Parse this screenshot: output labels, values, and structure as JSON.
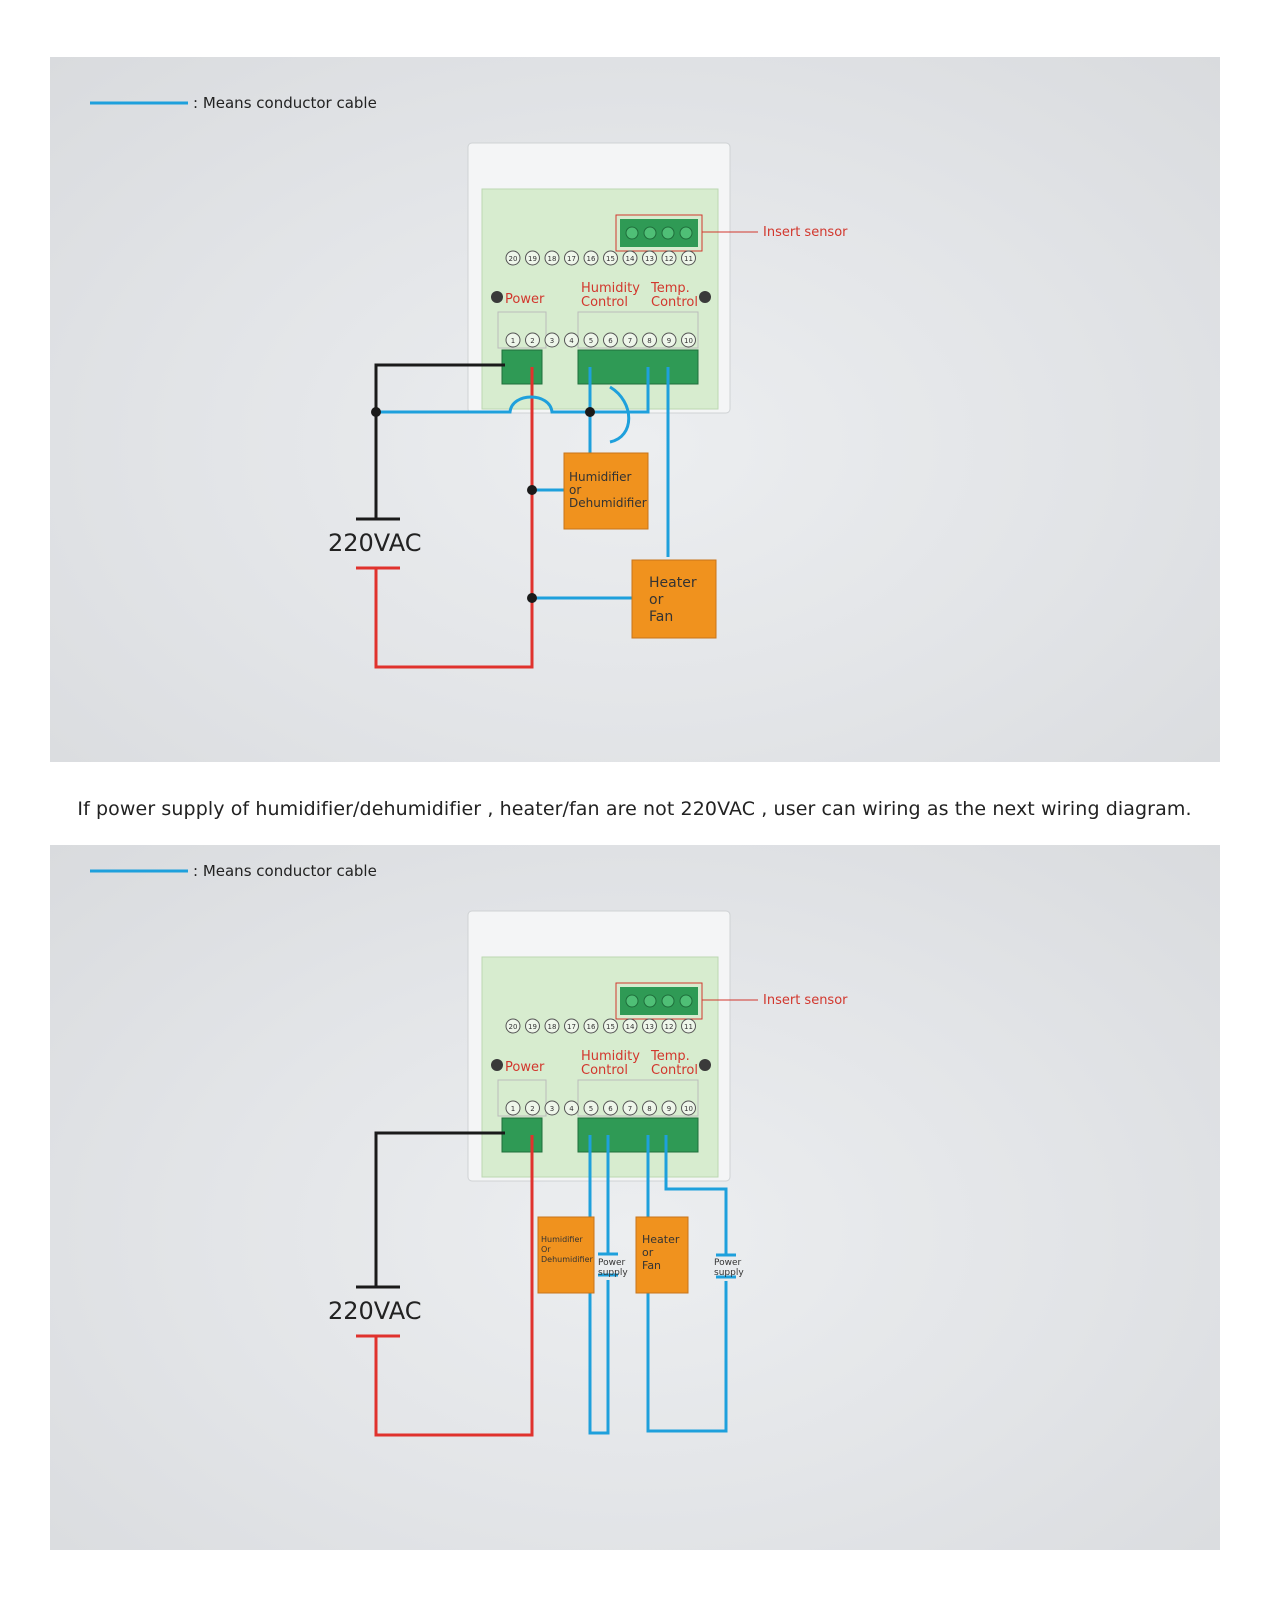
{
  "colors": {
    "conductor": "#1ea0dc",
    "neutral": "#1a1a1a",
    "live": "#e0322d",
    "load_box": "#f0921e",
    "label_red": "#d2372d",
    "terminal_green": "#2f9a55",
    "board_green": "#d7eccf"
  },
  "diagram1": {
    "legend": ": Means conductor cable",
    "insert_sensor": "Insert sensor",
    "power": "Power",
    "humidity_control": [
      "Humidity",
      "Control"
    ],
    "temp_control": [
      "Temp.",
      "Control"
    ],
    "terminals_top": [
      "20",
      "19",
      "18",
      "17",
      "16",
      "15",
      "14",
      "13",
      "12",
      "11"
    ],
    "terminals_bottom": [
      "1",
      "2",
      "3",
      "4",
      "5",
      "6",
      "7",
      "8",
      "9",
      "10"
    ],
    "supply": "220VAC",
    "humidifier": [
      "Humidifier",
      "or",
      "Dehumidifier"
    ],
    "heater": [
      "Heater",
      "or",
      "Fan"
    ]
  },
  "caption": "If power supply of humidifier/dehumidifier , heater/fan are not 220VAC , user can wiring as the next wiring diagram.",
  "diagram2": {
    "legend": ": Means conductor cable",
    "insert_sensor": "Insert sensor",
    "power": "Power",
    "humidity_control": [
      "Humidity",
      "Control"
    ],
    "temp_control": [
      "Temp.",
      "Control"
    ],
    "terminals_top": [
      "20",
      "19",
      "18",
      "17",
      "16",
      "15",
      "14",
      "13",
      "12",
      "11"
    ],
    "terminals_bottom": [
      "1",
      "2",
      "3",
      "4",
      "5",
      "6",
      "7",
      "8",
      "9",
      "10"
    ],
    "supply": "220VAC",
    "humidifier": [
      "Humidifier",
      "Or",
      "Dehumidifier"
    ],
    "heater": [
      "Heater",
      "or",
      "Fan"
    ],
    "power_supply_1": [
      "Power",
      "supply"
    ],
    "power_supply_2": [
      "Power",
      "supply"
    ]
  }
}
